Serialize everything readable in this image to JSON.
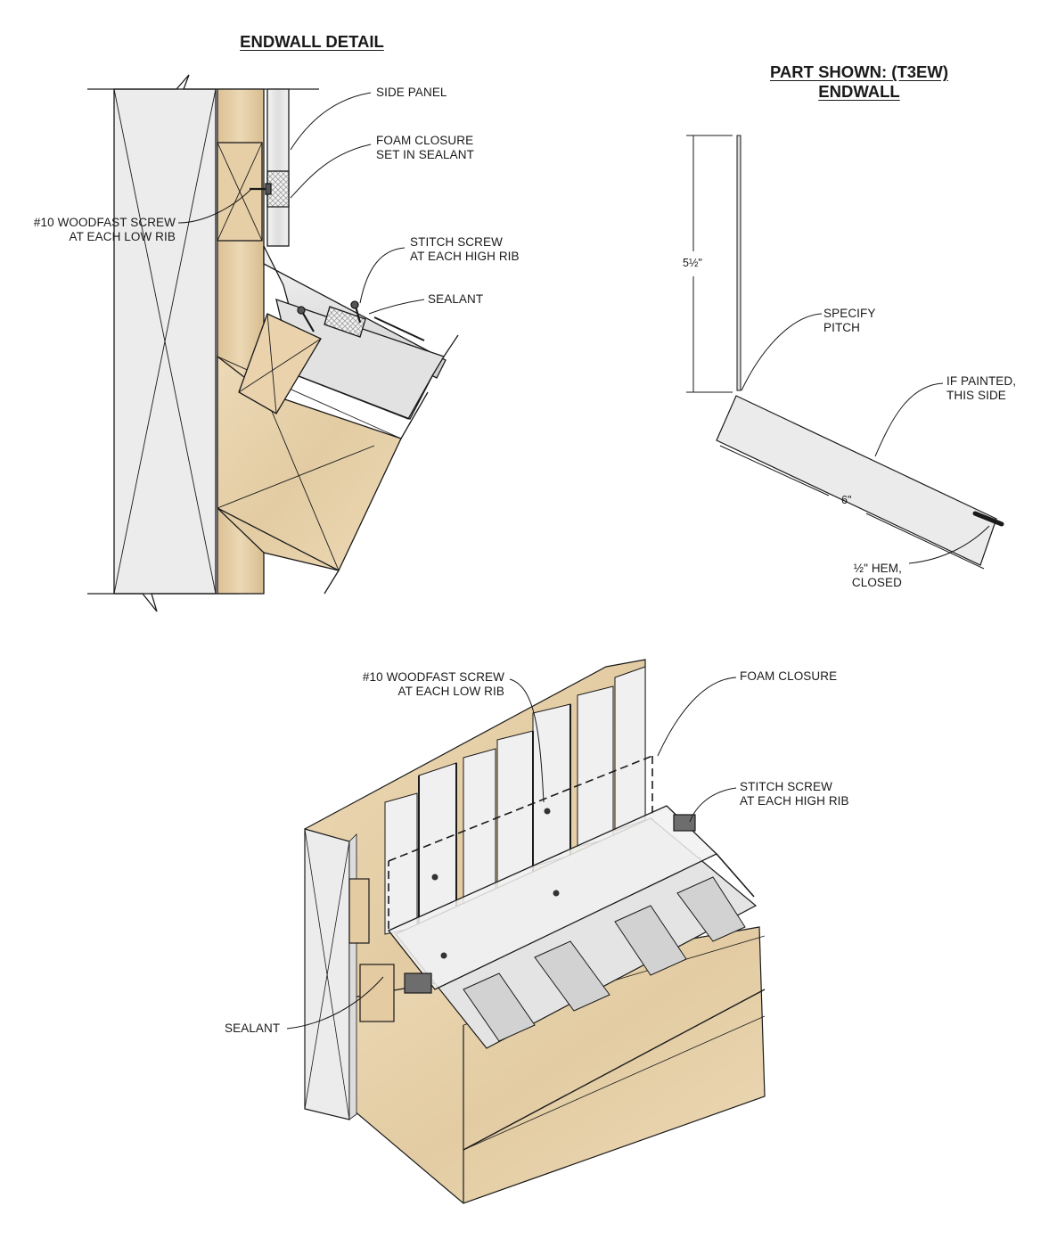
{
  "titles": {
    "detail": "ENDWALL DETAIL",
    "part_line1": "PART SHOWN: (T3EW)",
    "part_line2": "ENDWALL"
  },
  "labels": {
    "side_panel": "SIDE PANEL",
    "foam_closure_1": "FOAM CLOSURE",
    "foam_closure_2": "SET IN SEALANT",
    "woodfast_1": "#10 WOODFAST SCREW",
    "woodfast_2": "AT EACH LOW RIB",
    "stitch_1": "STITCH SCREW",
    "stitch_2": "AT EACH HIGH RIB",
    "sealant": "SEALANT",
    "specify_1": "SPECIFY",
    "specify_2": "PITCH",
    "painted_1": "IF PAINTED,",
    "painted_2": "THIS SIDE",
    "hem_1": "½\" HEM,",
    "hem_2": "CLOSED",
    "iso_woodfast_1": "#10 WOODFAST SCREW",
    "iso_woodfast_2": "AT EACH LOW RIB",
    "iso_foam": "FOAM CLOSURE",
    "iso_stitch_1": "STITCH SCREW",
    "iso_stitch_2": "AT EACH HIGH RIB",
    "iso_sealant": "SEALANT"
  },
  "dimensions": {
    "height": "5½\"",
    "length": "6\""
  },
  "colors": {
    "wood": "#e8d4b0",
    "wood_dark": "#d9bf94",
    "metal": "#e6e6e6",
    "metal_dark": "#c8c8c8",
    "line": "#1a1a1a"
  }
}
